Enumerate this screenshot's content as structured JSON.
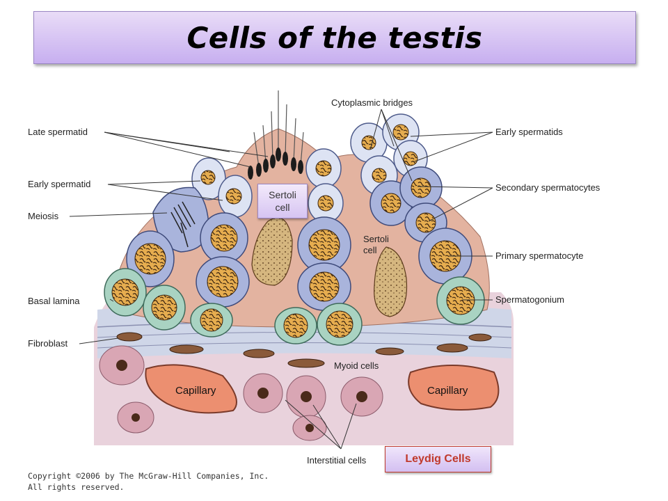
{
  "title": "Cells of the testis",
  "labels": {
    "late_spermatid": "Late spermatid",
    "early_spermatid_left": "Early spermatid",
    "meiosis": "Meiosis",
    "basal_lamina": "Basal lamina",
    "fibroblast": "Fibroblast",
    "cytoplasmic_bridges": "Cytoplasmic bridges",
    "early_spermatids_right": "Early spermatids",
    "secondary_spermatocytes": "Secondary spermatocytes",
    "primary_spermatocyte": "Primary spermatocyte",
    "spermatogonium": "Spermatogonium",
    "sertoli_cell_label": "Sertoli",
    "sertoli_cell_label2": "cell",
    "myoid_cells": "Myoid cells",
    "capillary_left": "Capillary",
    "capillary_right": "Capillary",
    "interstitial_cells": "Interstitial cells"
  },
  "callouts": {
    "sertoli_line1": "Sertoli",
    "sertoli_line2": "cell",
    "leydig": "Leydig Cells"
  },
  "copyright": {
    "line1": "Copyright ©2006 by The McGraw-Hill Companies, Inc.",
    "line2": "All rights reserved."
  },
  "colors": {
    "title_bg": "#d4c2f3",
    "sertoli_cytoplasm": "#e3b3a0",
    "spermatocyte": "#a9b4dc",
    "spermatogonium": "#a9d3c2",
    "nucleus": "#e6ad4f",
    "capillary": "#ec8f70",
    "interstitial": "#d9a6b4",
    "leydig_text": "#c0392b"
  }
}
